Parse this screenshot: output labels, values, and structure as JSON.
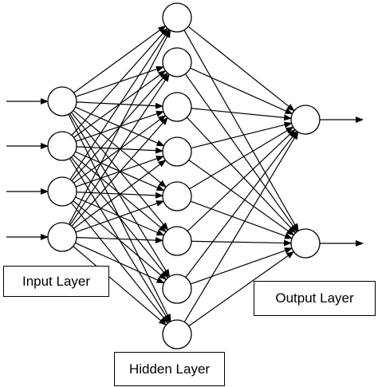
{
  "network": {
    "input_count": 4,
    "hidden_count": 8,
    "output_count": 2,
    "fully_connected": true,
    "has_input_arrows": true,
    "has_output_arrows": true
  },
  "labels": {
    "input": "Input Layer",
    "hidden": "Hidden Layer",
    "output": "Output Layer"
  },
  "colors": {
    "stroke": "#000000",
    "node_fill": "#ffffff",
    "background": "#ffffff"
  }
}
